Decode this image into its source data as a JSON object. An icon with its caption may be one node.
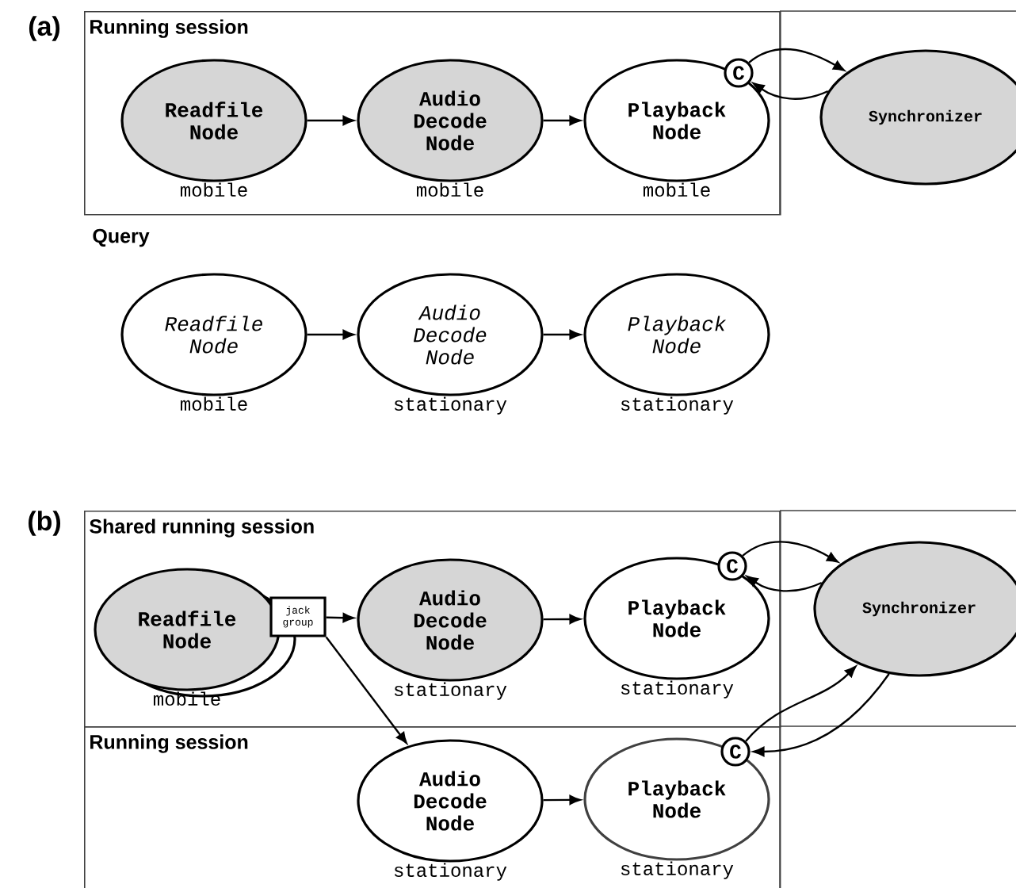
{
  "diagram": {
    "nodes": [
      {
        "text": [
          "Running session"
        ]
      },
      {
        "text": [
          "Readfile Node"
        ],
        "beside": [
          "mobile"
        ],
        "in": 0
      },
      {
        "text": [
          "Audio Decode Node"
        ],
        "beside": [
          "mobile"
        ],
        "in": 0
      },
      {
        "text": [
          "Playback Node"
        ],
        "beside": [
          "mobile"
        ],
        "in": 0
      },
      {
        "text": [
          "C"
        ],
        "in": 0
      },
      {
        "text": [
          "Synchronizer"
        ]
      },
      {
        "text": [
          "Readfile Node"
        ],
        "beside": [
          "mobile"
        ]
      },
      {
        "text": [
          "Audio Decode Node"
        ],
        "beside": [
          "stationary"
        ]
      },
      {
        "text": [
          "Playback Node"
        ],
        "beside": [
          "stationary"
        ]
      },
      {
        "text": [
          "Shared running session"
        ]
      },
      {
        "text": [
          "Readfile Node"
        ],
        "beside": [
          "mobile"
        ],
        "in": 9
      },
      {
        "text": [
          "jack group"
        ],
        "in": 9
      },
      {
        "text": [
          "Audio Decode Node"
        ],
        "beside": [
          "stationary"
        ],
        "in": 9
      },
      {
        "text": [
          "Playback Node"
        ],
        "beside": [
          "stationary"
        ],
        "in": 9
      },
      {
        "text": [
          "C"
        ],
        "in": 9
      },
      {
        "text": [
          "Synchronizer"
        ]
      },
      {
        "text": [
          "Running session"
        ]
      },
      {
        "text": [
          "Audio Decode Node"
        ],
        "beside": [
          "stationary"
        ],
        "in": 16
      },
      {
        "text": [
          "Playback Node"
        ],
        "beside": [
          "stationary"
        ],
        "in": 16
      },
      {
        "text": [
          "C"
        ],
        "in": 16
      }
    ],
    "edges": [
      {
        "from": 1,
        "to": 2,
        "arrow": "to"
      },
      {
        "from": 2,
        "to": 3,
        "arrow": "to"
      },
      {
        "from": 4,
        "to": 5,
        "arrow": "to"
      },
      {
        "from": 5,
        "to": 4,
        "arrow": "to"
      },
      {
        "from": 6,
        "to": 7,
        "arrow": "to"
      },
      {
        "from": 7,
        "to": 8,
        "arrow": "to"
      },
      {
        "from": 11,
        "to": 12,
        "arrow": "to"
      },
      {
        "from": 11,
        "to": 17,
        "arrow": "to"
      },
      {
        "from": 12,
        "to": 13,
        "arrow": "to"
      },
      {
        "from": 14,
        "to": 15,
        "arrow": "to"
      },
      {
        "from": 15,
        "to": 14,
        "arrow": "to"
      },
      {
        "from": 19,
        "to": 15,
        "arrow": "to"
      },
      {
        "from": 15,
        "to": 19,
        "arrow": "to"
      },
      {
        "from": 17,
        "to": 18,
        "arrow": "to"
      }
    ],
    "labels": [
      "(a)",
      "Query",
      "(b)"
    ]
  }
}
